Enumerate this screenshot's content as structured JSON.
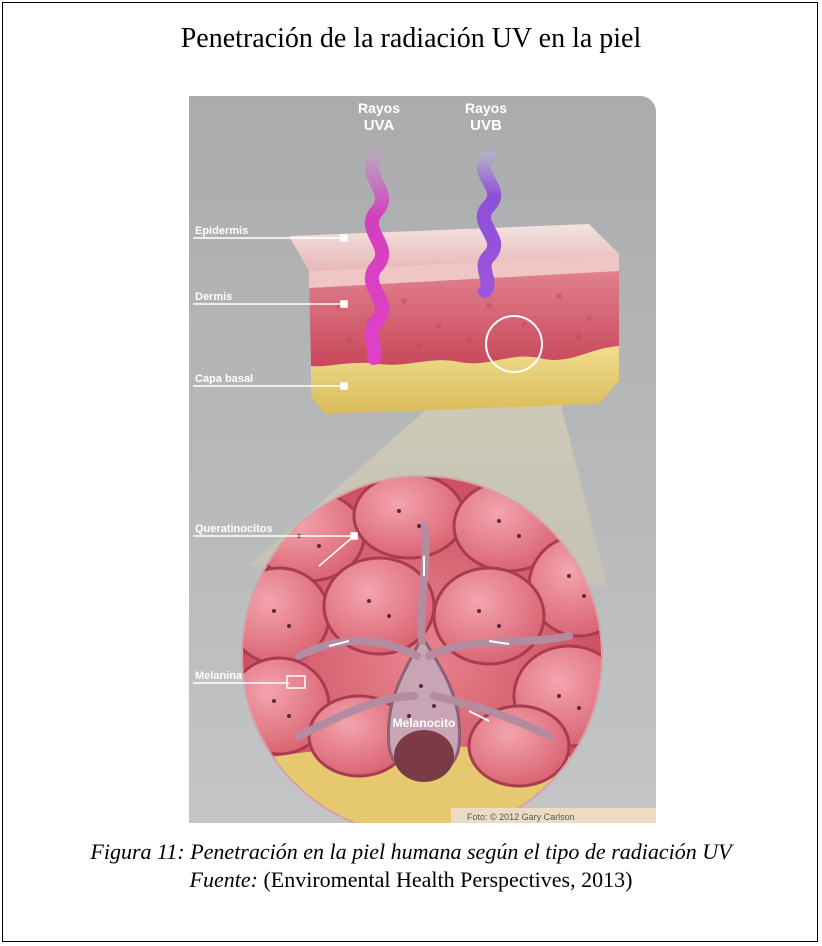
{
  "title": "Penetración de la radiación UV en la piel",
  "figure": {
    "rays": {
      "uva": [
        "Rayos",
        "UVA"
      ],
      "uvb": [
        "Rayos",
        "UVB"
      ]
    },
    "layers": {
      "epidermis": "Epidermis",
      "dermis": "Dermis",
      "basal": "Capa basal"
    },
    "cells": {
      "queratinocitos": "Queratinocitos",
      "melanina": "Melanina",
      "melanocito": "Melanocito"
    },
    "credit": "Foto: © 2012 Gary Carlson",
    "colors": {
      "uva": "#d23fbf",
      "uvb": "#8d4bd6",
      "background": "#b8b9ba",
      "skin": "#d9606f",
      "basal": "#e8cf78"
    }
  },
  "caption": {
    "line1": "Figura 11: Penetración en la piel humana según el tipo de radiación UV",
    "source_label": "Fuente:",
    "source_text": " (Enviromental Health Perspectives, 2013)"
  }
}
